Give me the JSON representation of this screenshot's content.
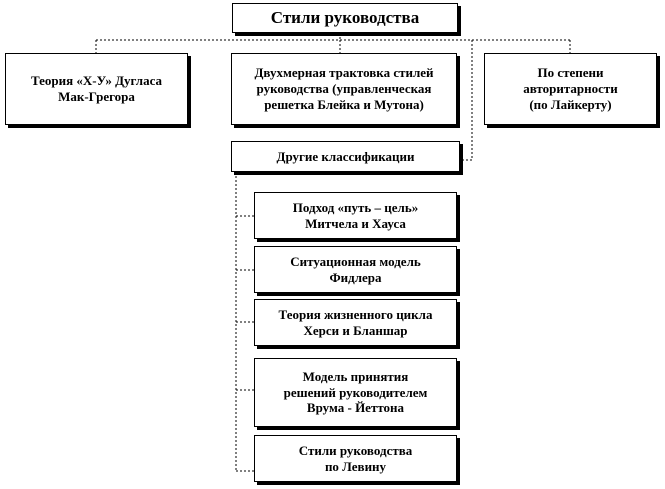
{
  "diagram": {
    "root": "Стили руководства",
    "level1": [
      "Теория «Х-У» Дугласа\nМак-Грегора",
      "Двухмерная трактовка стилей\nруководства (управленческая\nрешетка Блейка и Мутона)",
      "По степени\nавторитарности\n(по Лайкерту)"
    ],
    "other": "Другие классификации",
    "sub": [
      "Подход «путь – цель»\nМитчела и Хауса",
      "Ситуационная модель\nФидлера",
      "Теория жизненного цикла\nХерси и Бланшар",
      "Модель принятия\nрешений руководителем\nВрума - Йеттона",
      "Стили руководства\nпо Левину"
    ]
  }
}
